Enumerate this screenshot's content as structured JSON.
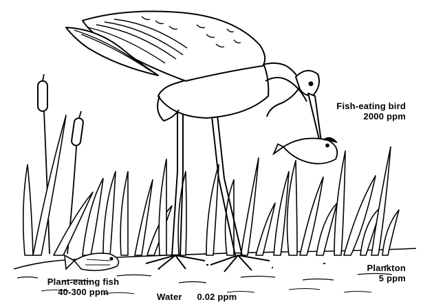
{
  "labels": {
    "bird": {
      "name": "Fish-eating bird",
      "value": "2000 ppm"
    },
    "plankton": {
      "name": "Plankton",
      "value": "5 ppm"
    },
    "fish": {
      "name": "Plant-eating fish",
      "value": "40-300 ppm"
    },
    "water": {
      "name": "Water",
      "value": "0.02 ppm"
    }
  }
}
